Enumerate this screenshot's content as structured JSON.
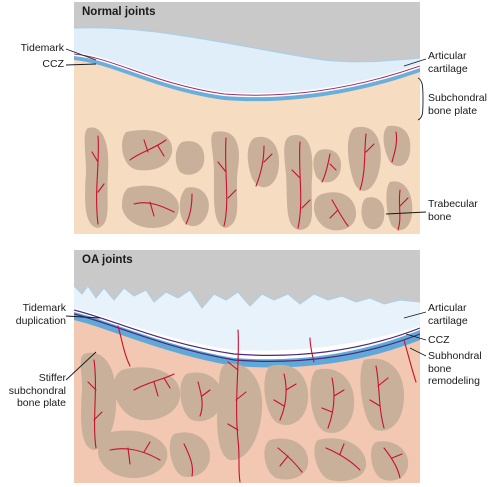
{
  "panels": {
    "normal": {
      "title": "Normal joints",
      "labels": {
        "tidemark": "Tidemark",
        "ccz": "CCZ",
        "articular": "Articular\ncartilage",
        "subchondral": "Subchondral\nbone plate",
        "trabecular": "Trabecular\nbone"
      }
    },
    "oa": {
      "title": "OA joints",
      "labels": {
        "tidemark_dup": "Tidemark\nduplication",
        "stiffer": "Stiffer\nsubchondral\nbone plate",
        "articular": "Articular\ncartilage",
        "ccz": "CCZ",
        "remodeling": "Subhondral\nbone\nremodeling"
      }
    }
  },
  "colors": {
    "background_gray": "#c9c9c9",
    "cartilage": "#dfeef8",
    "cartilage_edge": "#a9cfe8",
    "calcified_blue": "#5fa8d8",
    "bone_beige": "#f6dcc0",
    "marrow_tan": "#c9b09a",
    "vessel_red": "#c8102e",
    "oa_bone_pink": "#f2c8b2"
  }
}
